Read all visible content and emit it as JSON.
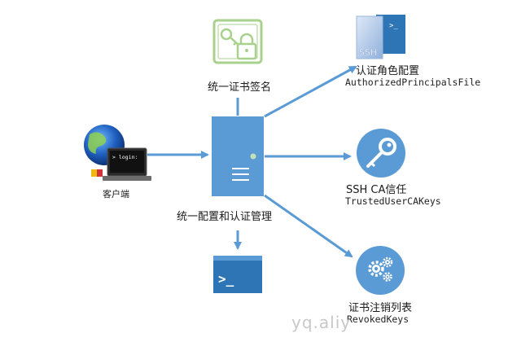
{
  "nodes": {
    "cert_sign": {
      "label": "统一证书签名"
    },
    "config_server": {
      "label": "统一配置和认证管理"
    },
    "client": {
      "label": "客户端",
      "screen_text": "> login:"
    },
    "ssh_file": {
      "label": "认证角色配置",
      "sublabel": "AuthorizedPrincipalsFile",
      "file_text": "SSH",
      "prompt": ">_"
    },
    "ca_trust": {
      "label": "SSH CA信任",
      "sublabel": "TrustedUserCAKeys"
    },
    "revoke": {
      "label": "证书注销列表",
      "sublabel": "RevokedKeys"
    },
    "terminal": {
      "prompt": ">_"
    }
  },
  "watermark": "yq.aliy",
  "colors": {
    "arrow": "#5b9bd5",
    "server": "#5b9bd5",
    "cert_icon": "#a9d18e",
    "key_circle": "#5b9bd5",
    "terminal": "#2e75b6"
  },
  "icons": [
    "certificate-lock-icon",
    "server-icon",
    "client-computer-icon",
    "ssh-file-icon",
    "key-icon",
    "gears-icon",
    "terminal-icon"
  ]
}
